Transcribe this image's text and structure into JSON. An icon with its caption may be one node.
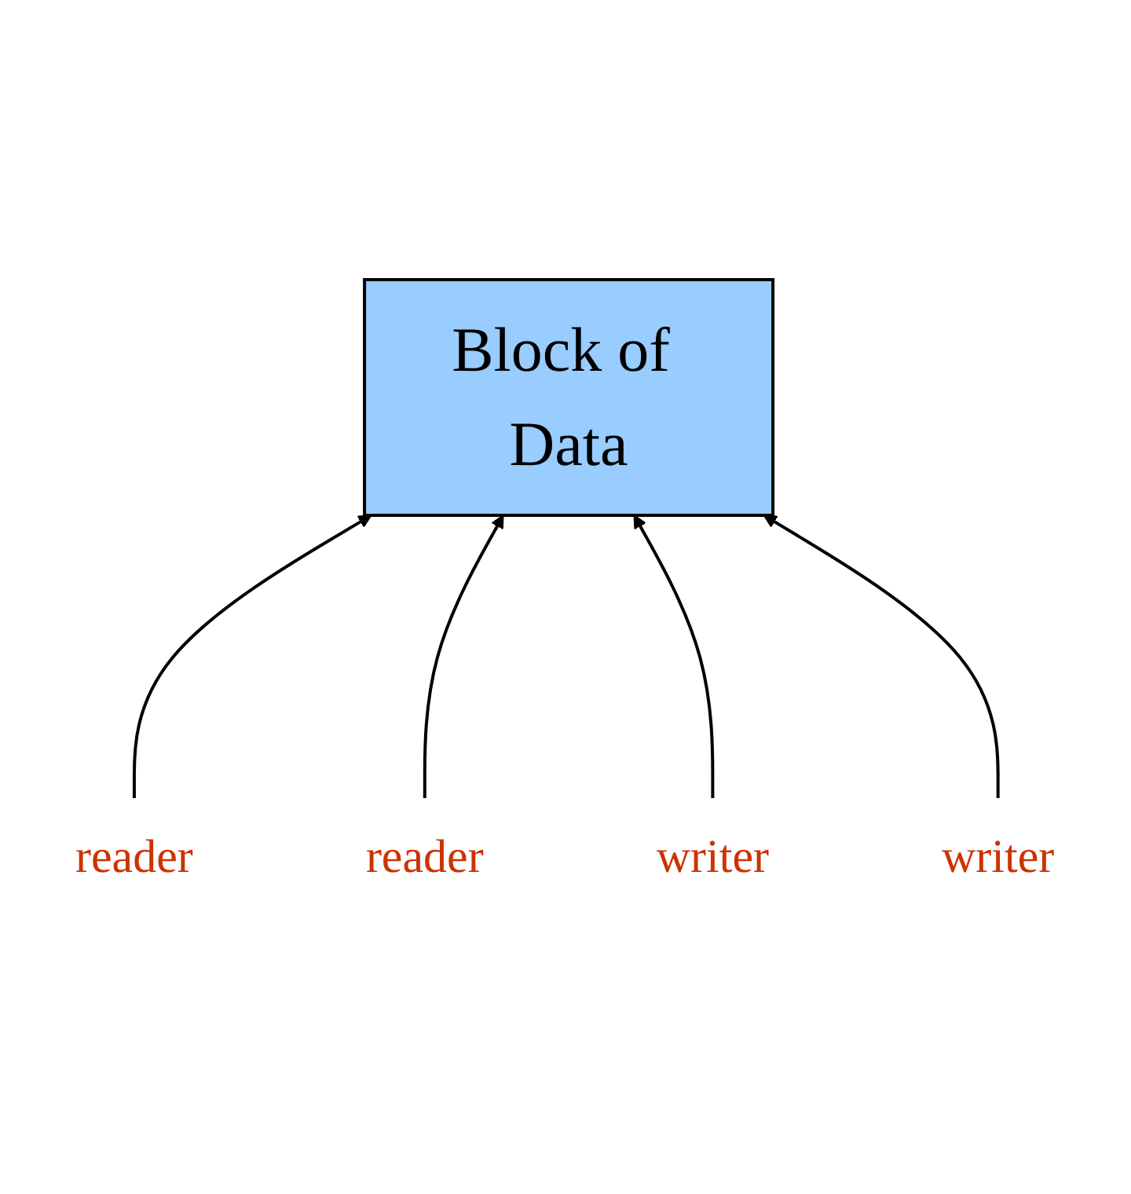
{
  "diagram": {
    "nodes": [
      {
        "text": [
          "Block of Data"
        ]
      },
      {
        "text": [
          "reader"
        ]
      },
      {
        "text": [
          "reader"
        ]
      },
      {
        "text": [
          "writer"
        ]
      },
      {
        "text": [
          "writer"
        ]
      }
    ],
    "edges": [
      {
        "from": 1,
        "to": 0,
        "arrow": "to"
      },
      {
        "from": 2,
        "to": 0,
        "arrow": "to"
      },
      {
        "from": 3,
        "to": 0,
        "arrow": "to"
      },
      {
        "from": 4,
        "to": 0,
        "arrow": "to"
      }
    ]
  }
}
